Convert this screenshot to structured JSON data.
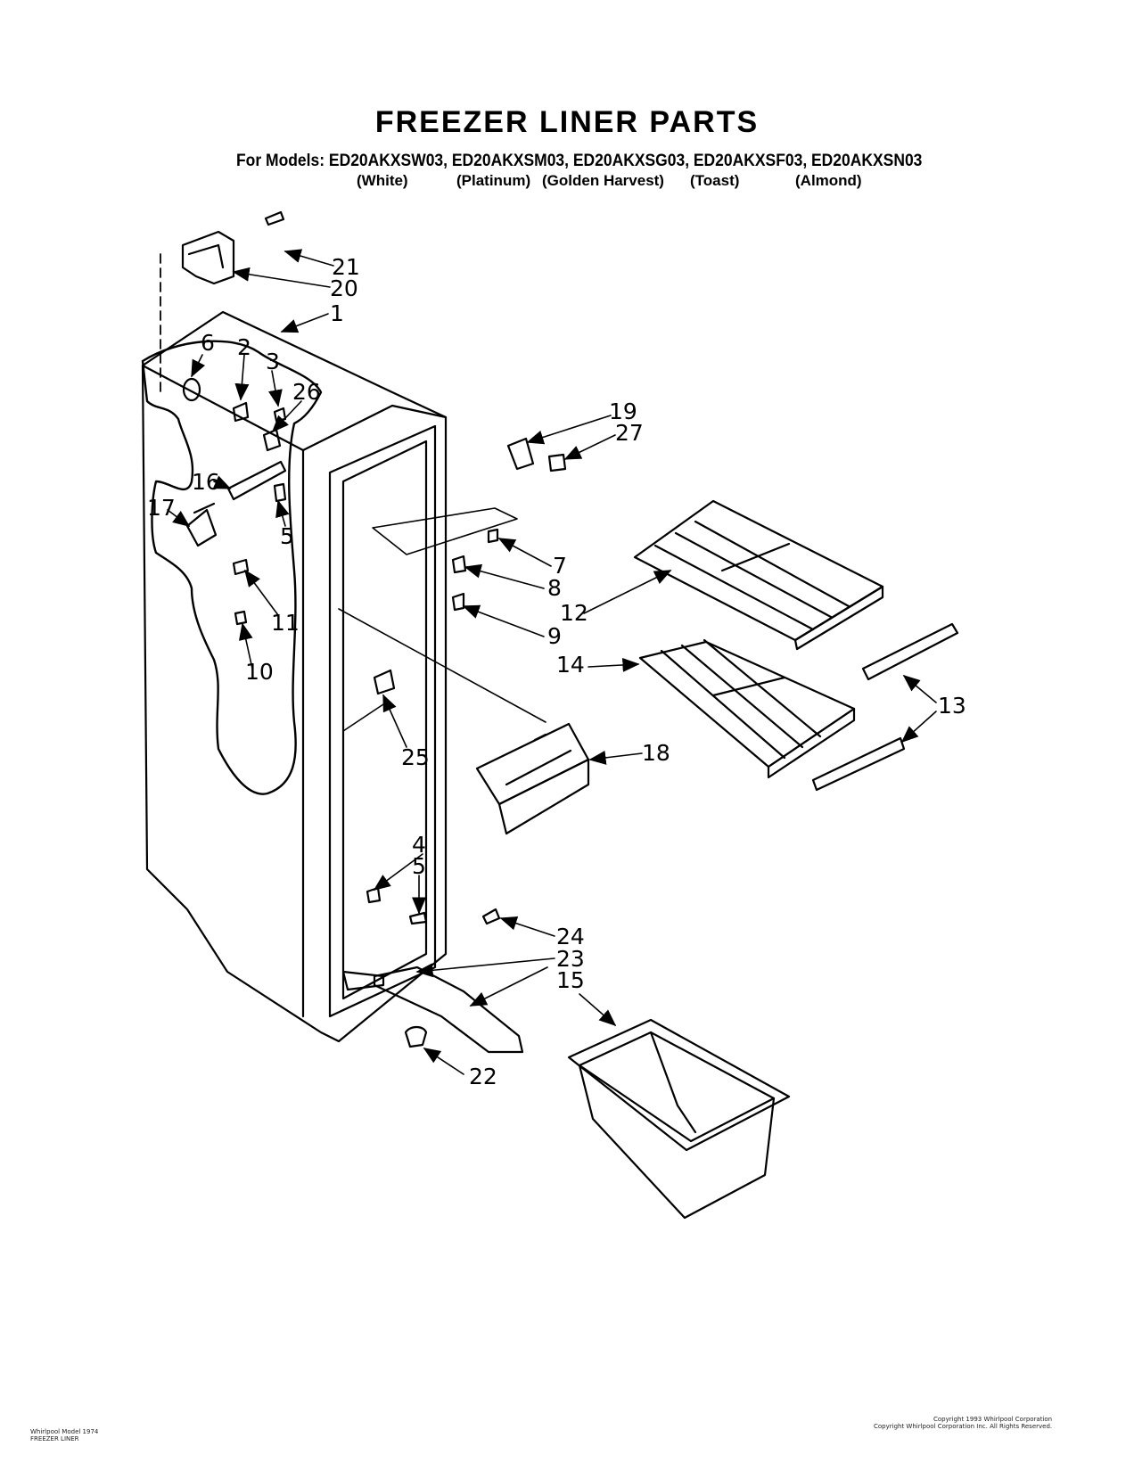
{
  "header": {
    "title": "FREEZER LINER PARTS",
    "models_line": "For Models: ED20AKXSW03, ED20AKXSM03, ED20AKXSG03, ED20AKXSF03, ED20AKXSN03",
    "colors": [
      "(White)",
      "(Platinum)",
      "(Golden Harvest)",
      "(Toast)",
      "(Almond)"
    ]
  },
  "callouts": [
    "21",
    "20",
    "1",
    "6",
    "2",
    "3",
    "26",
    "16",
    "17",
    "5",
    "11",
    "10",
    "19",
    "27",
    "7",
    "8",
    "9",
    "12",
    "14",
    "13",
    "18",
    "25",
    "4",
    "5",
    "24",
    "23",
    "15",
    "22"
  ],
  "footer": {
    "left_line1": "Whirlpool Model 1974",
    "left_line2": "FREEZER LINER",
    "right_line1": "Copyright 1993 Whirlpool Corporation",
    "right_line2": "Copyright Whirlpool Corporation Inc. All Rights Reserved."
  }
}
